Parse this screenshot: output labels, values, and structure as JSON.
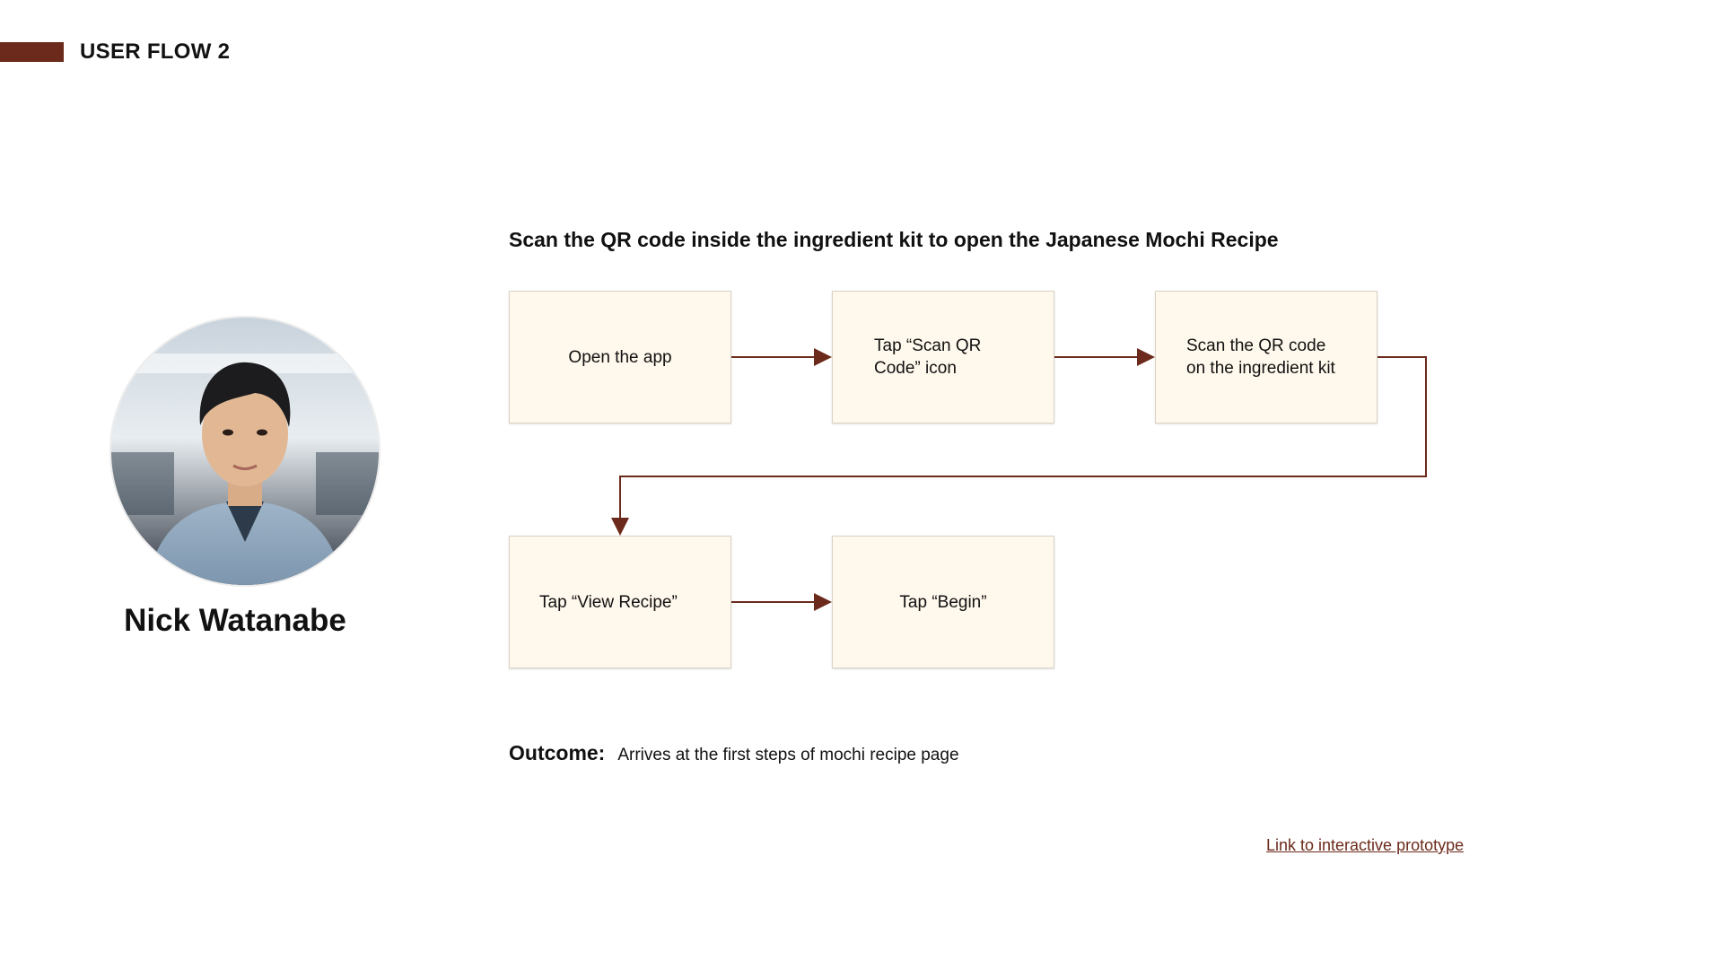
{
  "header": {
    "section_label": "USER FLOW 2"
  },
  "persona": {
    "name": "Nick Watanabe",
    "photo_icon": "person-portrait"
  },
  "flow": {
    "heading": "Scan the QR code inside the ingredient kit to open the Japanese Mochi Recipe",
    "steps": [
      {
        "label": "Open the app"
      },
      {
        "label": "Tap “Scan QR\nCode” icon"
      },
      {
        "label": "Scan the QR code\non the ingredient kit"
      },
      {
        "label": "Tap “View Recipe”"
      },
      {
        "label": "Tap “Begin”"
      }
    ]
  },
  "outcome": {
    "label": "Outcome:",
    "text": "Arrives at the first steps of mochi recipe page"
  },
  "link": {
    "label": "Link to interactive prototype"
  },
  "colors": {
    "accent": "#6b2a1b",
    "box_fill": "#fff8ec",
    "connector": "#6b2a1b"
  }
}
